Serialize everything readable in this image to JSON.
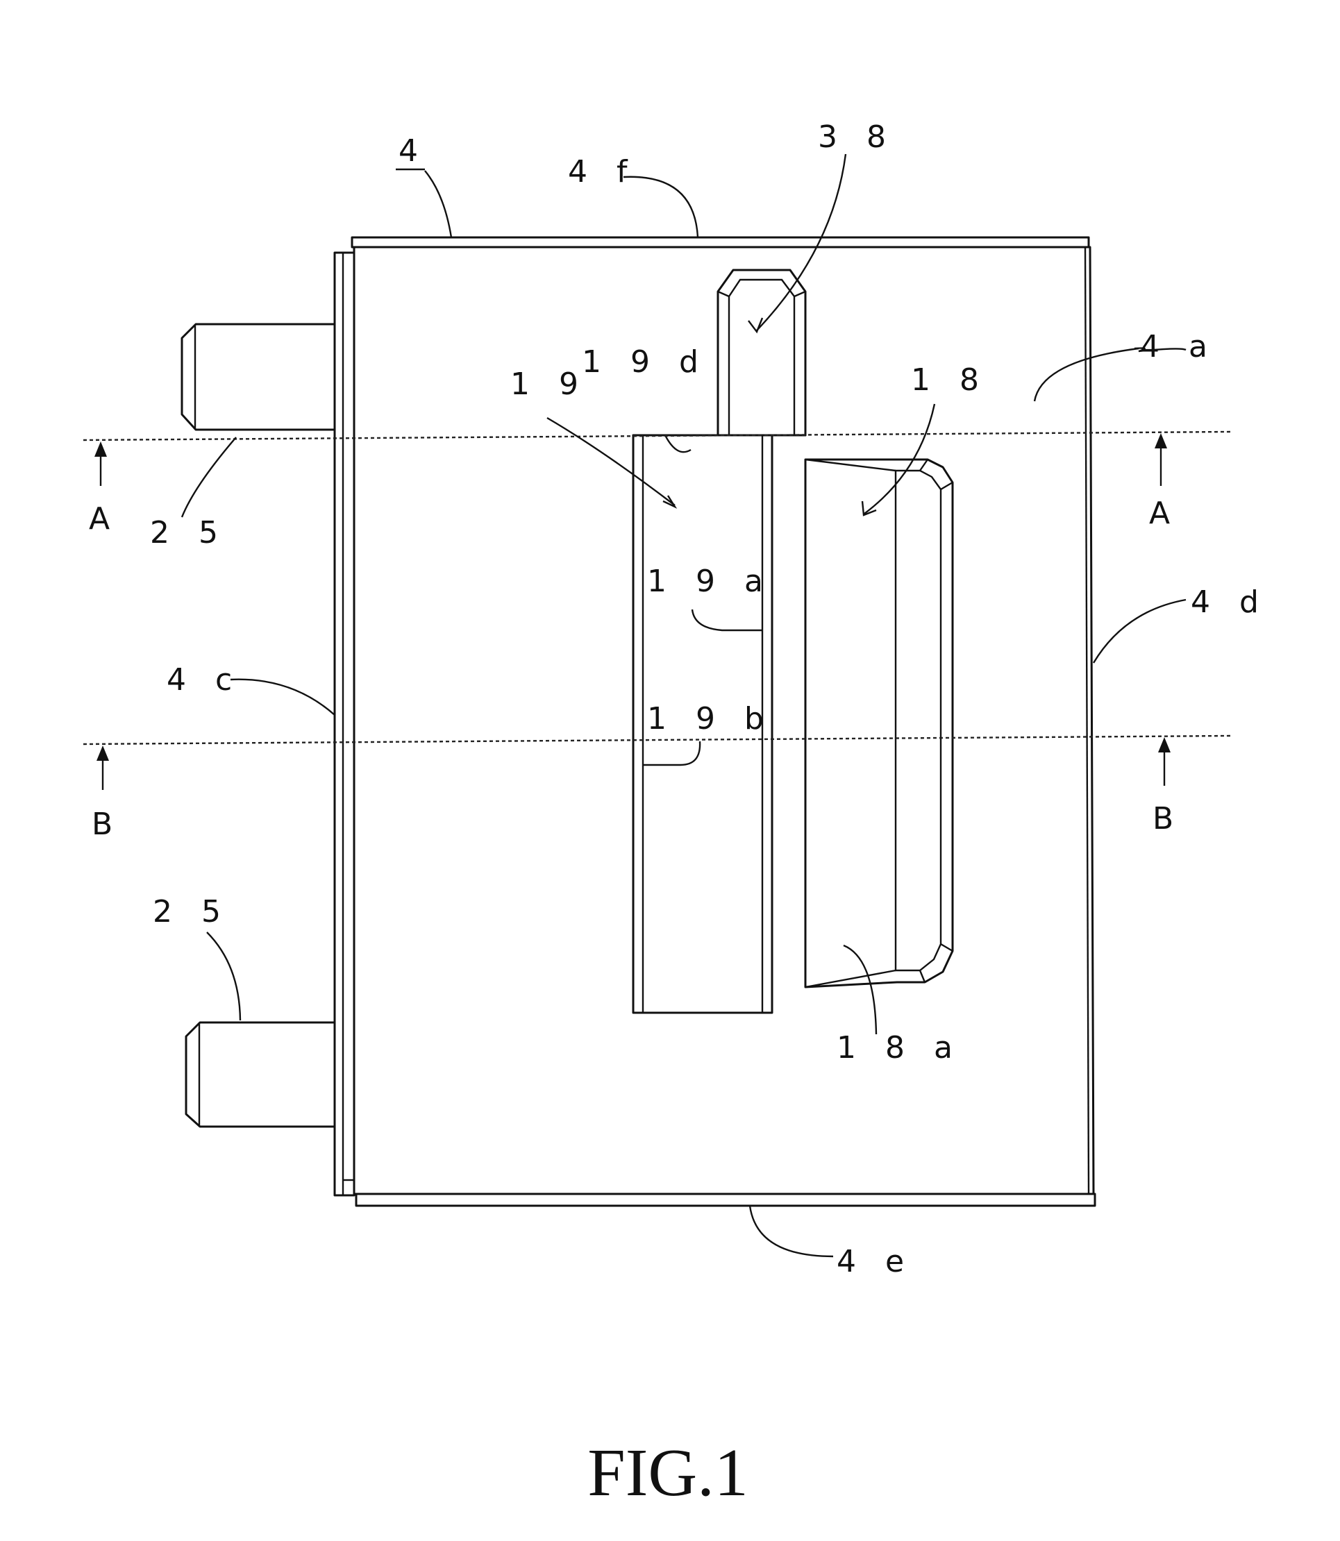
{
  "figure": {
    "title": "FIG.1",
    "labels": {
      "l4": "4",
      "l4f": "4 f",
      "l38": "3 8",
      "l4a": "4 a",
      "l19": "1 9",
      "l19d": "1 9 d",
      "l18": "1 8",
      "lA_left": "A",
      "lA_right": "A",
      "l25_top": "2 5",
      "l19a": "1 9 a",
      "l4d": "4 d",
      "l4c": "4 c",
      "l19b": "1 9 b",
      "lB_left": "B",
      "lB_right": "B",
      "l25_bottom": "2 5",
      "l18a": "1 8 a",
      "l4e": "4 e"
    }
  }
}
